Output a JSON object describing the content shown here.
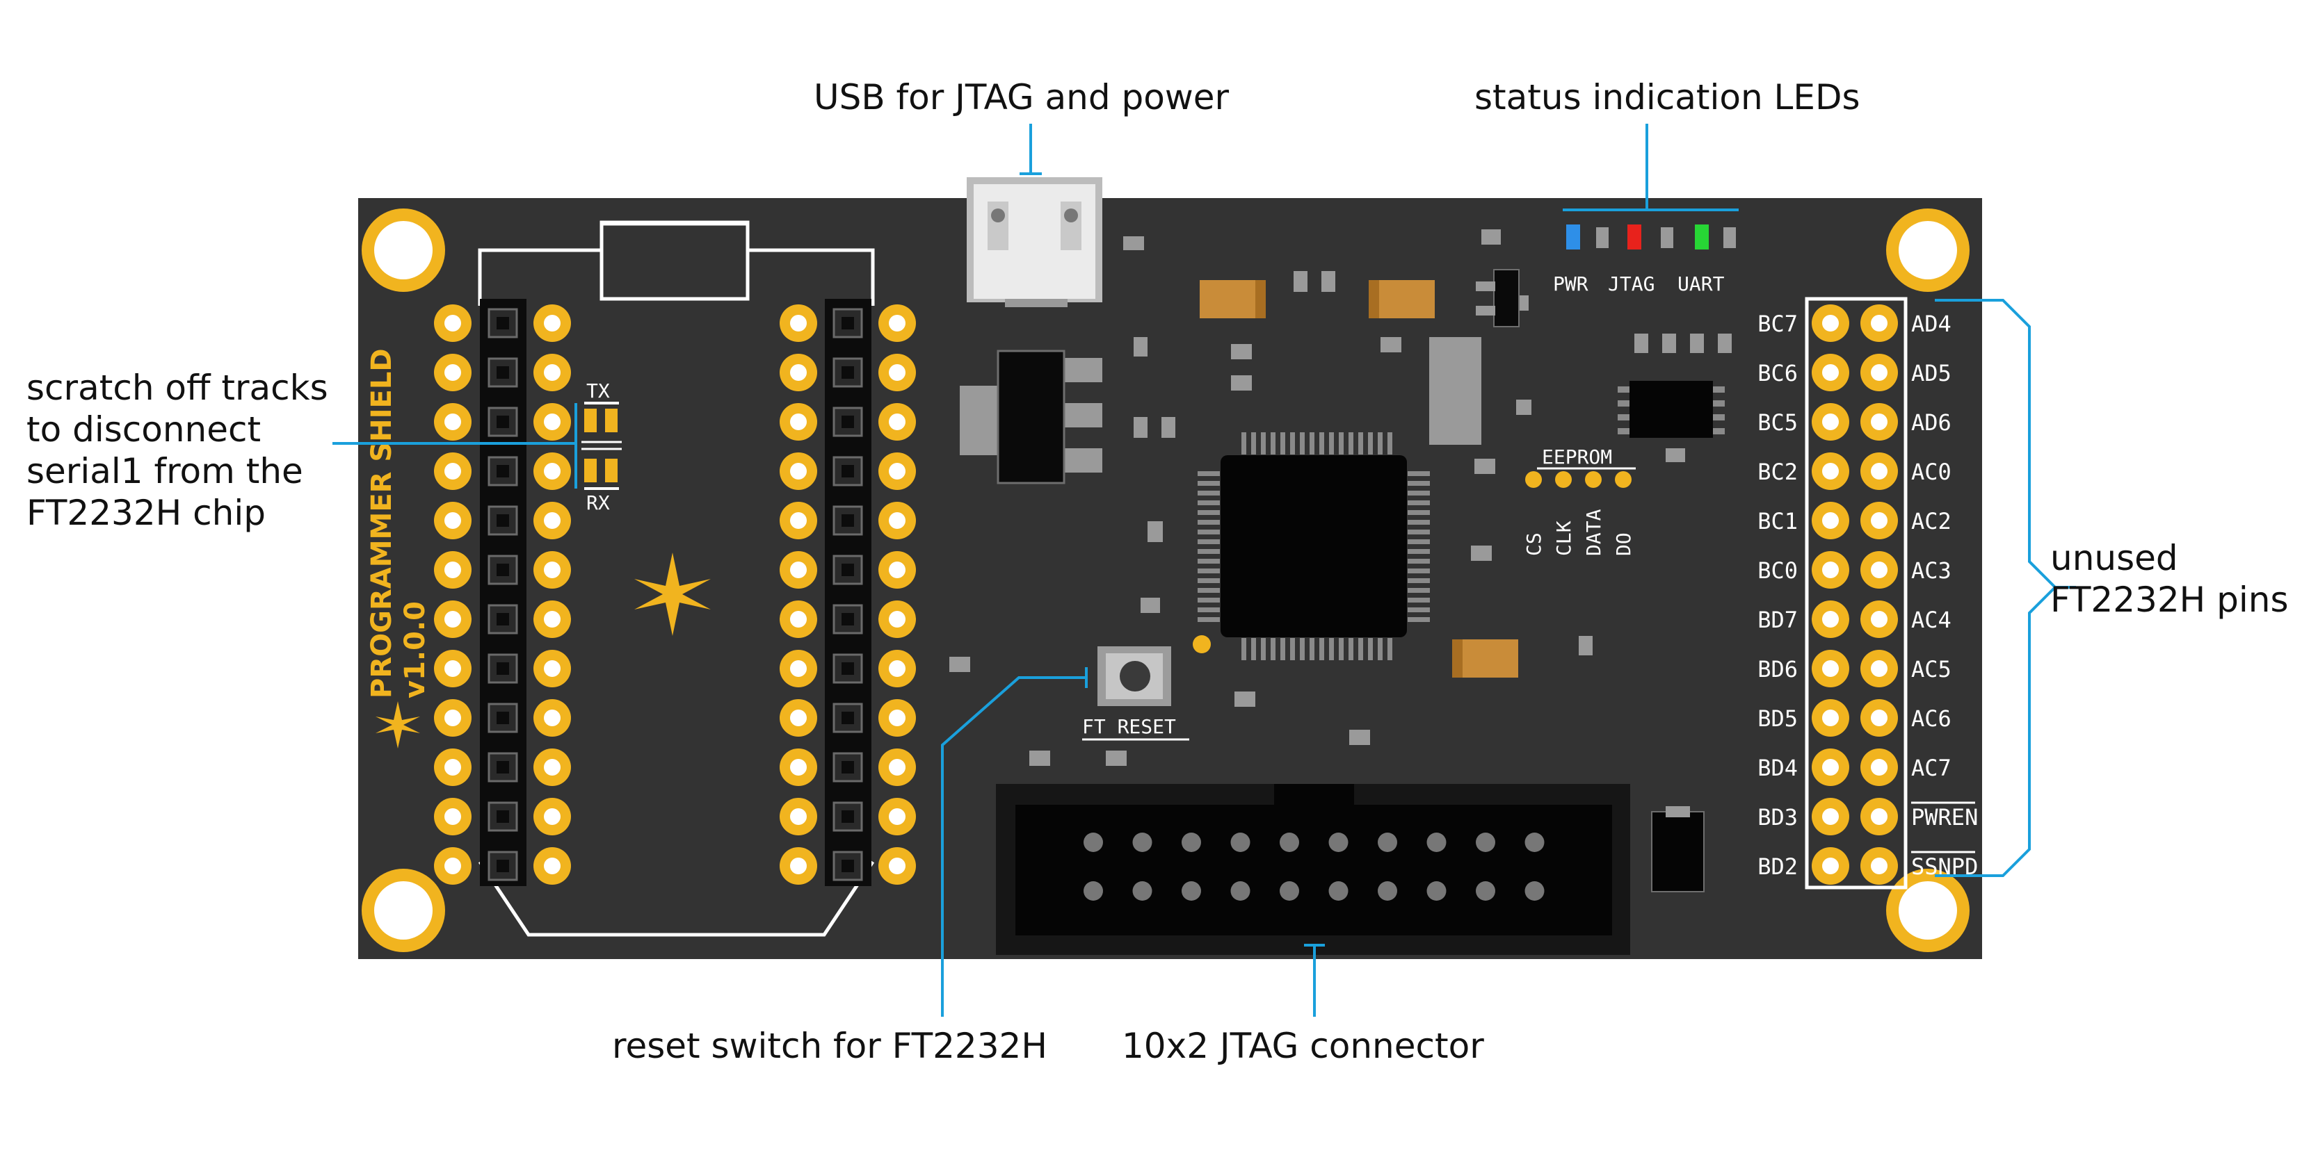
{
  "callouts": {
    "usb": "USB for JTAG and power",
    "leds": "status indication LEDs",
    "scratch": [
      "scratch off tracks",
      "to disconnect",
      "serial1 from the",
      "FT2232H chip"
    ],
    "unused": [
      "unused",
      "FT2232H pins"
    ],
    "reset": "reset switch for FT2232H",
    "jtag": "10x2 JTAG connector"
  },
  "board": {
    "title": "PROGRAMMER SHIELD",
    "version": "v1.0.0",
    "tx": "TX",
    "rx": "RX",
    "led_labels": [
      "PWR",
      "JTAG",
      "UART"
    ],
    "eeprom": "EEPROM",
    "eeprom_pins": [
      "CS",
      "CLK",
      "DATA",
      "DO"
    ],
    "ft_reset": "FT RESET",
    "left_pins": [
      "BC7",
      "BC6",
      "BC5",
      "BC2",
      "BC1",
      "BC0",
      "BD7",
      "BD6",
      "BD5",
      "BD4",
      "BD3",
      "BD2"
    ],
    "right_pins": [
      "AD4",
      "AD5",
      "AD6",
      "AC0",
      "AC2",
      "AC3",
      "AC4",
      "AC5",
      "AC6",
      "AC7",
      "PWREN",
      "SSNPD"
    ]
  },
  "colors": {
    "board": "#333333",
    "gold": "#F1B41F",
    "callout_line": "#1AA0DC",
    "led_blue": "#2E8FE8",
    "led_red": "#E8221C",
    "led_green": "#27D635"
  }
}
